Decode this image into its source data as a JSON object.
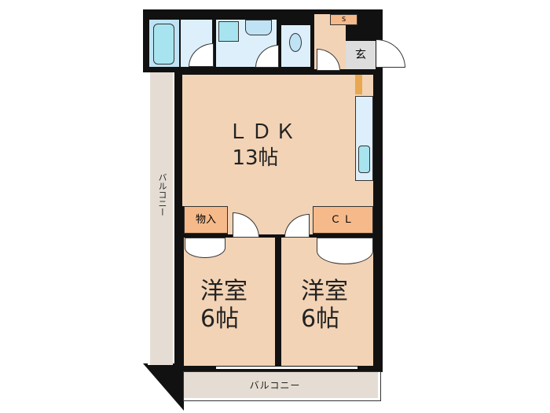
{
  "rooms": {
    "ldk": {
      "name": "ＬＤＫ",
      "size": "13帖"
    },
    "bedroom_left": {
      "name": "洋室",
      "size": "6帖"
    },
    "bedroom_right": {
      "name": "洋室",
      "size": "6帖"
    },
    "storage": "物入",
    "closet": "ＣＬ",
    "shoe_storage": "S",
    "entrance": "玄",
    "balcony_side": "バルコニー",
    "balcony_bottom": "バルコニー"
  },
  "colors": {
    "room": "#F2D3B5",
    "storage": "#F5B98A",
    "wet": "#DCEFFA",
    "balcony": "#E5DDD3",
    "wall": "#111111"
  }
}
